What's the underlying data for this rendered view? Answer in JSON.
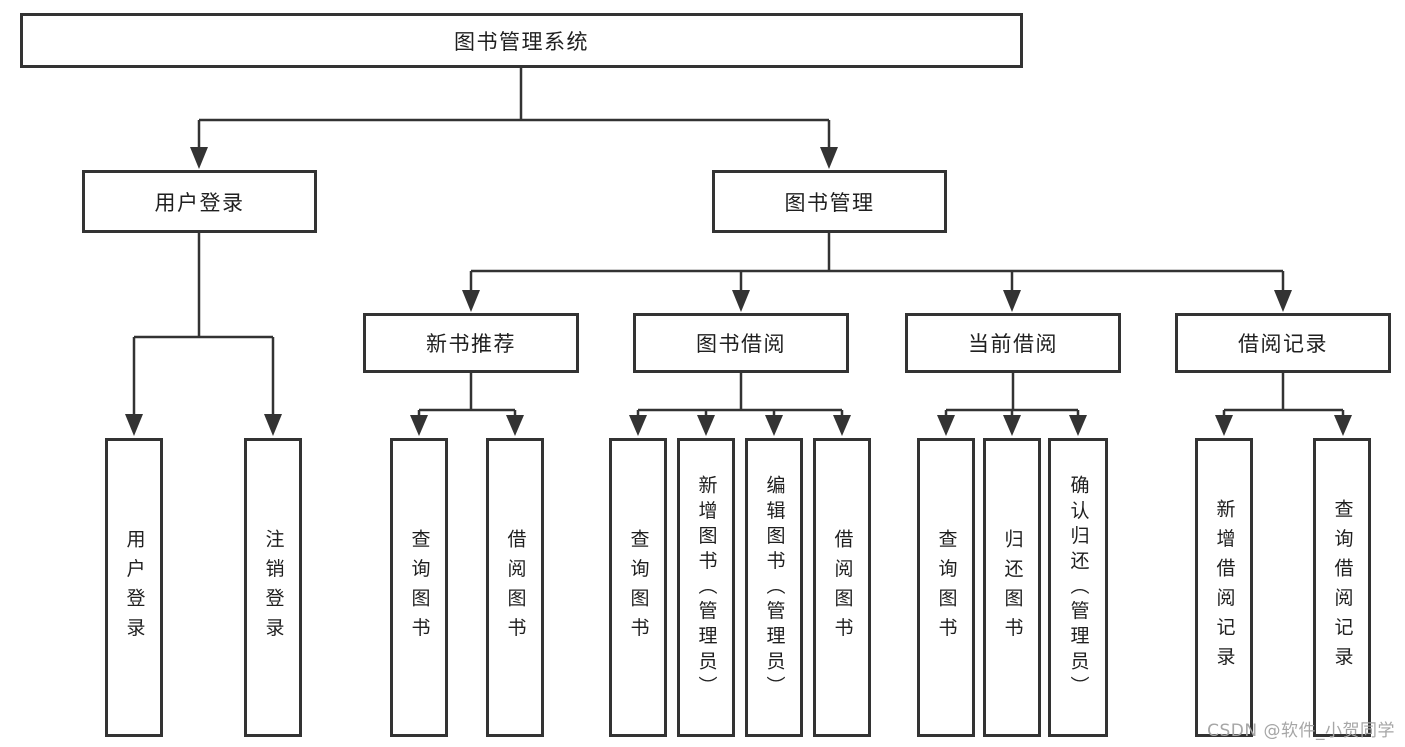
{
  "diagram": {
    "nodes": {
      "root": "图书管理系统",
      "user_login": "用户登录",
      "book_management": "图书管理",
      "new_book_recommend": "新书推荐",
      "book_borrow": "图书借阅",
      "current_borrow": "当前借阅",
      "borrow_records": "借阅记录"
    },
    "leaves": {
      "user": [
        "用户登录",
        "注销登录"
      ],
      "recommend": [
        "查询图书",
        "借阅图书"
      ],
      "borrow": [
        "查询图书",
        "新增图书（管理员）",
        "编辑图书（管理员）",
        "借阅图书"
      ],
      "current": [
        "查询图书",
        "归还图书",
        "确认归还（管理员）"
      ],
      "records": [
        "新增借阅记录",
        "查询借阅记录"
      ]
    },
    "colors": {
      "line": "#333333",
      "text": "#1f1f1f",
      "background": "#ffffff",
      "watermark": "#a6a6a6"
    },
    "watermark": "CSDN @软件_小贺同学"
  }
}
